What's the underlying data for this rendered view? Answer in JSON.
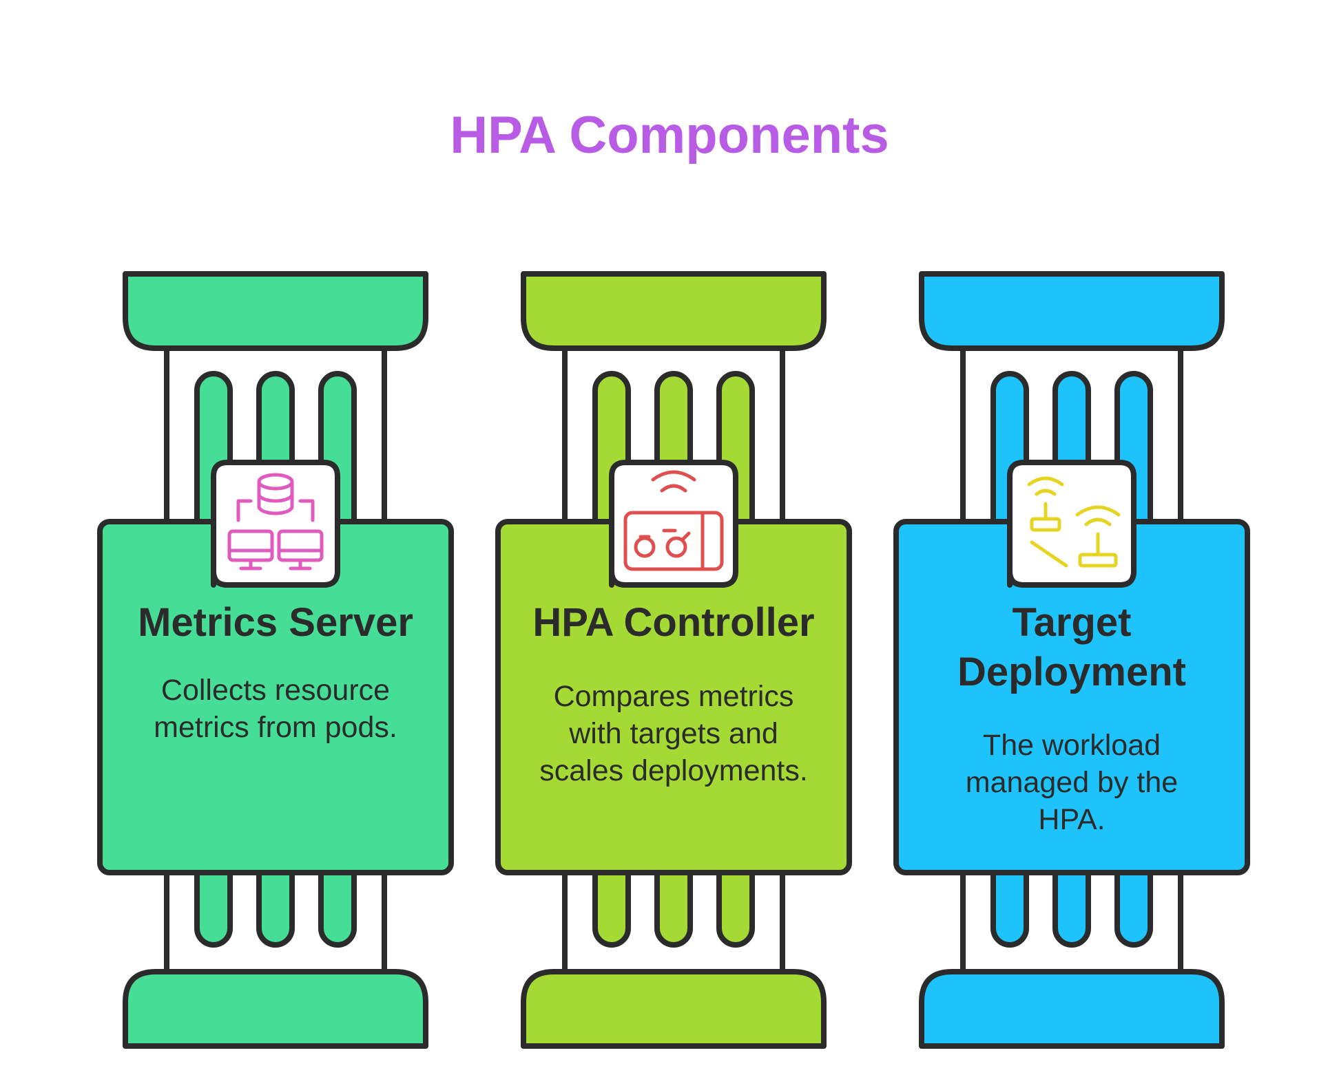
{
  "title": "HPA Components",
  "colors": {
    "title": "#b85ce6",
    "outline": "#2b2b2b",
    "white": "#ffffff"
  },
  "pillars": [
    {
      "id": "metrics-server",
      "icon": "database-network-icon",
      "color": "#46de97",
      "icon_color": "#e05bbd",
      "title_lines": [
        "Metrics Server"
      ],
      "desc_lines": [
        "Collects resource",
        "metrics from pods."
      ]
    },
    {
      "id": "hpa-controller",
      "icon": "controller-signal-icon",
      "color": "#a5da35",
      "icon_color": "#e04f4f",
      "title_lines": [
        "HPA Controller"
      ],
      "desc_lines": [
        "Compares metrics",
        "with targets and",
        "scales deployments."
      ]
    },
    {
      "id": "target-deployment",
      "icon": "deployment-antenna-icon",
      "color": "#1ec3fb",
      "icon_color": "#e6d422",
      "title_lines": [
        "Target",
        "Deployment"
      ],
      "desc_lines": [
        "The workload",
        "managed by the",
        "HPA."
      ]
    }
  ]
}
